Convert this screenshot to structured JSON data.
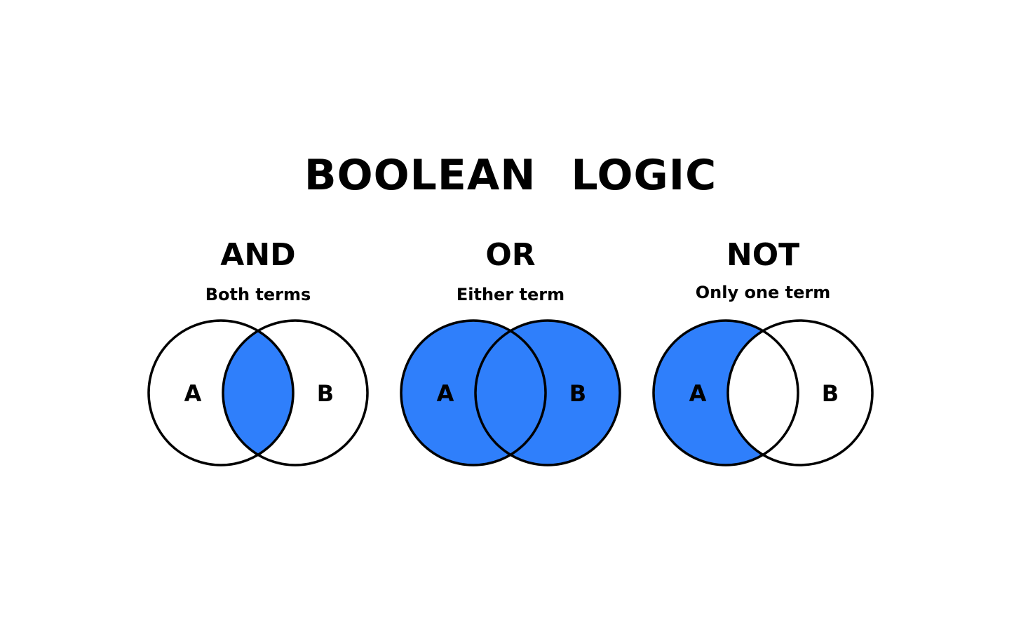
{
  "title": "BOOLEAN LOGIC",
  "colors": {
    "fill": "#2f7ffb",
    "stroke": "#000000",
    "background": "#ffffff"
  },
  "operators": [
    {
      "name": "AND",
      "description": "Both terms",
      "shaded": "intersection",
      "set_a": "A",
      "set_b": "B"
    },
    {
      "name": "OR",
      "description": "Either term",
      "shaded": "union",
      "set_a": "A",
      "set_b": "B"
    },
    {
      "name": "NOT",
      "description": "Only one term",
      "shaded": "a-only",
      "set_a": "A",
      "set_b": "B"
    }
  ]
}
